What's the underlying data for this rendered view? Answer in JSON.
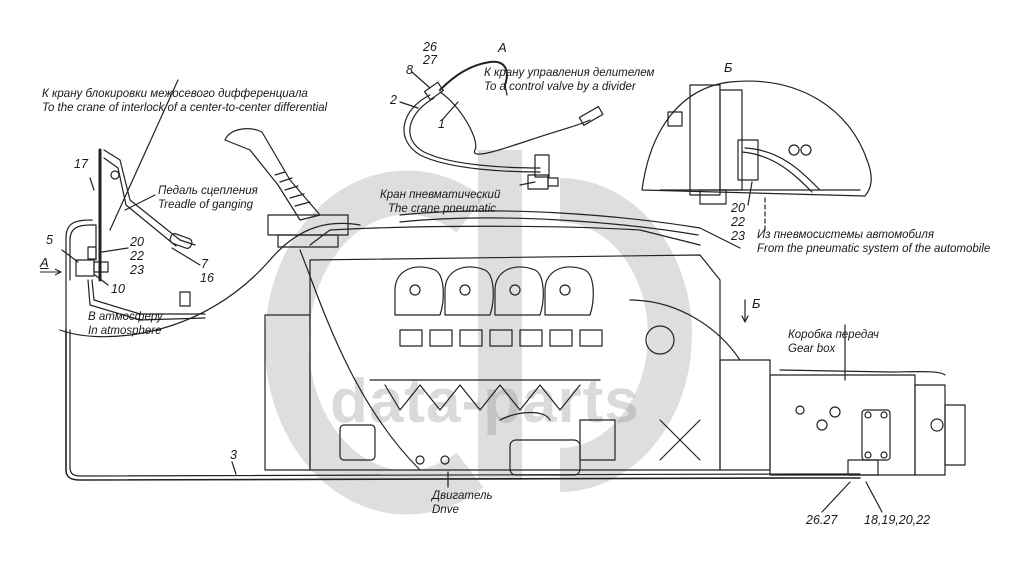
{
  "diagram": {
    "title": "Pneumatic control of transmission divider — engine and gear box assembly",
    "watermark": {
      "logo": "dp-logo",
      "text": "data-parts"
    },
    "views": {
      "A": "А",
      "B": "Б",
      "A_marker": "А",
      "B_marker": "Б"
    },
    "labels": {
      "interlock": {
        "ru": "К крану блокировки межосевого дифференциала",
        "en": "To the crane of interlock of a center-to-center differential"
      },
      "control_valve": {
        "ru": "К крану управления делителем",
        "en": "To a control valve by a divider"
      },
      "pneumatic_system": {
        "ru": "Из пневмосистемы автомобиля",
        "en": "From the pneumatic system of the automobile"
      },
      "clutch_pedal": {
        "ru": "Педаль сцепления",
        "en": "Treadle of ganging"
      },
      "crane_pneumatic": {
        "ru": "Кран пневматический",
        "en": "The crane pneumatic"
      },
      "atmosphere": {
        "ru": "В атмосферу",
        "en": "In atmosphere"
      },
      "gear_box": {
        "ru": "Коробка передач",
        "en": "Gear box"
      },
      "engine": {
        "ru": "Двигатель",
        "en": "Dnve"
      }
    },
    "callouts": {
      "n26": "26",
      "n27": "27",
      "n8": "8",
      "n2": "2",
      "n1": "1",
      "n17": "17",
      "n5": "5",
      "n20a": "20",
      "n22a": "22",
      "n23a": "23",
      "n10": "10",
      "n7": "7",
      "n16": "16",
      "n20b": "20",
      "n22b": "22",
      "n23b": "23",
      "n3": "3",
      "n2627": "26.27",
      "n18192022": "18,19,20,22"
    }
  }
}
